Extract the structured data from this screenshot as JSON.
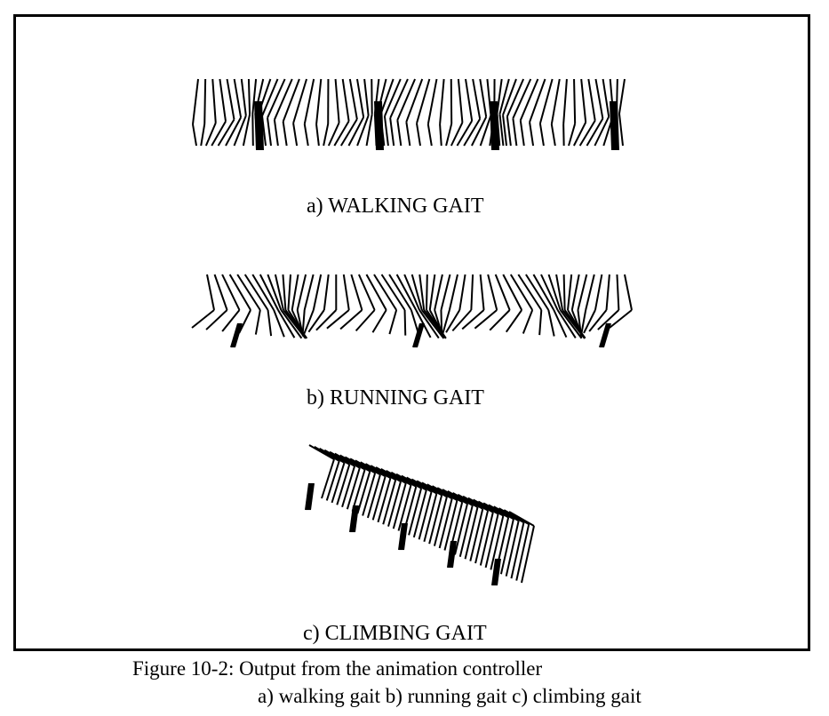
{
  "panels": [
    {
      "id": "walking",
      "label": "a) WALKING GAIT"
    },
    {
      "id": "running",
      "label": "b) RUNNING GAIT"
    },
    {
      "id": "climbing",
      "label": "c) CLIMBING GAIT"
    }
  ],
  "caption": {
    "line1": "Figure 10-2: Output from the animation controller",
    "line2": "a) walking gait b) running gait c) climbing gait"
  },
  "colors": {
    "ink": "#000000",
    "paper": "#ffffff"
  }
}
